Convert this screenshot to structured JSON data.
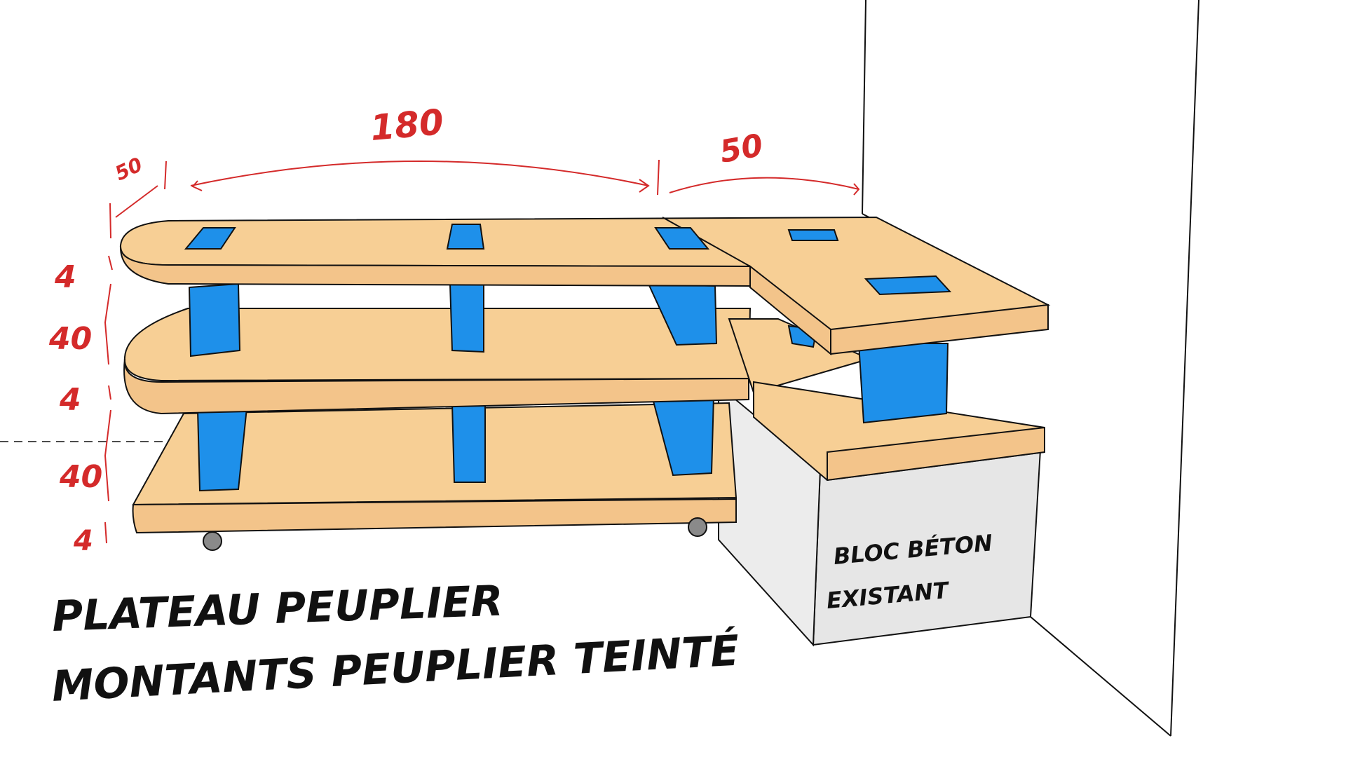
{
  "dimensions": {
    "length": "180",
    "depth_left": "50",
    "return_depth": "50",
    "thickness_top": "4",
    "gap_upper": "40",
    "thickness_middle": "4",
    "gap_lower": "40",
    "thickness_bottom": "4"
  },
  "notes": {
    "block_line1": "BLOC BÉTON",
    "block_line2": "EXISTANT",
    "caption_line1": "PLATEAU PEUPLIER",
    "caption_line2": "MONTANTS PEUPLIER TEINTÉ"
  },
  "colors": {
    "wood": "#f7cf95",
    "upright": "#1e90ea",
    "dimension": "#d42a2a",
    "concrete": "#e8e8e8",
    "ink": "#111111"
  }
}
